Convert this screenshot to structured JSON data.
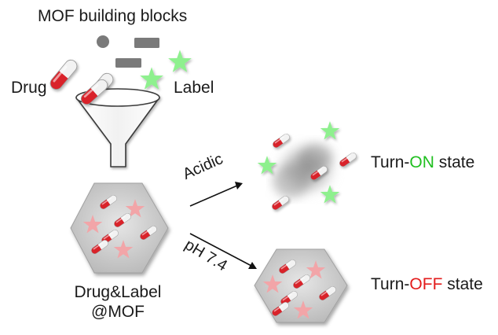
{
  "title": "MOF building blocks",
  "inputs": {
    "drug_label": "Drug",
    "label_label": "Label"
  },
  "product": {
    "line1": "Drug&Label",
    "line2": "@MOF"
  },
  "paths": {
    "acidic": "Acidic",
    "neutral": "pH 7.4"
  },
  "states": {
    "on": {
      "prefix": "Turn-",
      "keyword": "ON",
      "suffix": " state",
      "keyword_color": "#1fbf1f"
    },
    "off": {
      "prefix": "Turn-",
      "keyword": "OFF",
      "suffix": " state",
      "keyword_color": "#e31b1b"
    }
  },
  "colors": {
    "capsule_red": "#d9232a",
    "capsule_white": "#f2f2f2",
    "star_green": "#8ef08e",
    "star_pink": "#f2a5a8",
    "block_gray": "#7a7a7a",
    "hexagon_gray": "#c9c9c9",
    "arrow": "#111111"
  },
  "icons": [
    "capsule-icon",
    "star-icon",
    "funnel-icon",
    "hexagon-icon",
    "cloud-icon",
    "arrow-icon"
  ]
}
